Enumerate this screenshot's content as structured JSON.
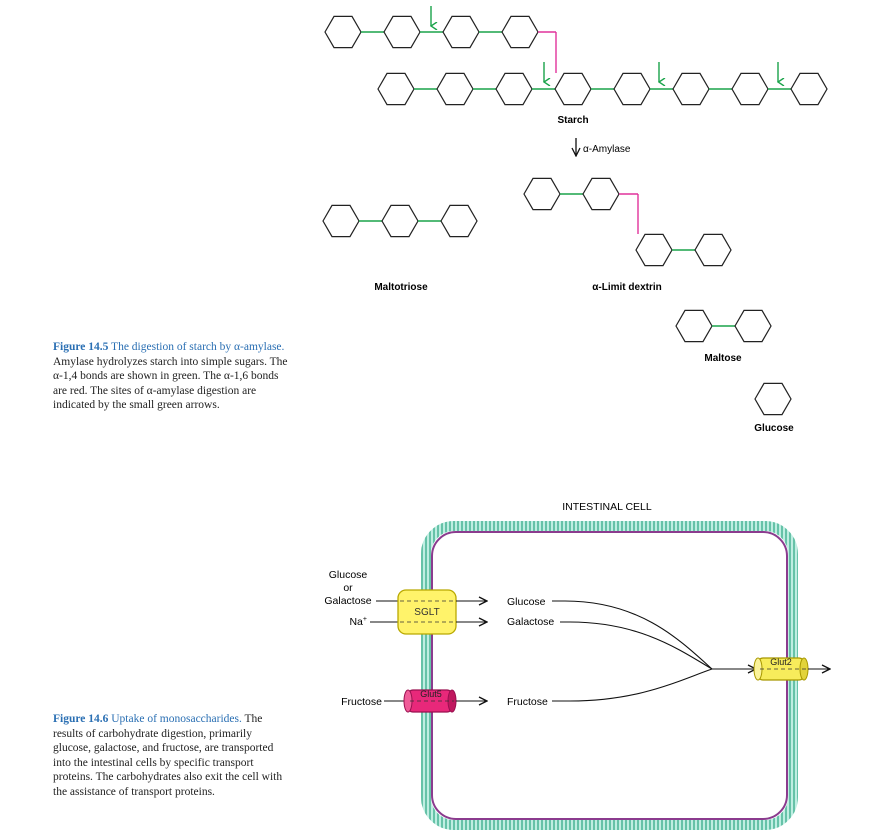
{
  "figure_14_5": {
    "caption": {
      "number": "Figure 14.5",
      "title": "The digestion of starch by α-amylase.",
      "body": "Amylase hydrolyzes starch into simple sugars. The α-1,4 bonds are shown in green. The α-1,6 bonds are red. The sites of α-amylase digestion are indicated by the small green arrows."
    },
    "labels": {
      "starch": "Starch",
      "enzyme": "α-Amylase",
      "maltotriose": "Maltotriose",
      "limit_dextrin": "α-Limit dextrin",
      "maltose": "Maltose",
      "glucose": "Glucose"
    }
  },
  "figure_14_6": {
    "caption": {
      "number": "Figure 14.6",
      "title": "Uptake of monosaccharides.",
      "body": "The results of carbohydrate digestion, primarily glucose, galactose, and fructose, are transported into the intestinal cells by specific transport proteins. The carbohydrates also exit the cell with the assistance of transport proteins."
    },
    "labels": {
      "cell": "INTESTINAL CELL",
      "glucose": "Glucose",
      "or": "or",
      "galactose": "Galactose",
      "sodium": "Na",
      "sodium_sup": "+",
      "sglt": "SGLT",
      "glut5": "Glut5",
      "glut2": "Glut2",
      "fructose": "Fructose",
      "inside_glucose": "Glucose",
      "inside_galactose": "Galactose",
      "inside_fructose": "Fructose"
    }
  },
  "colors": {
    "alpha_1_4_bond": "#1aa34a",
    "alpha_1_6_bond": "#e0329b",
    "membrane_teal": "#6ccbb5",
    "membrane_purple": "#8b3b8e",
    "sglt_fill": "#fff36a",
    "glut5_fill": "#e8287a",
    "glut2_fill": "#f7ec5b"
  }
}
